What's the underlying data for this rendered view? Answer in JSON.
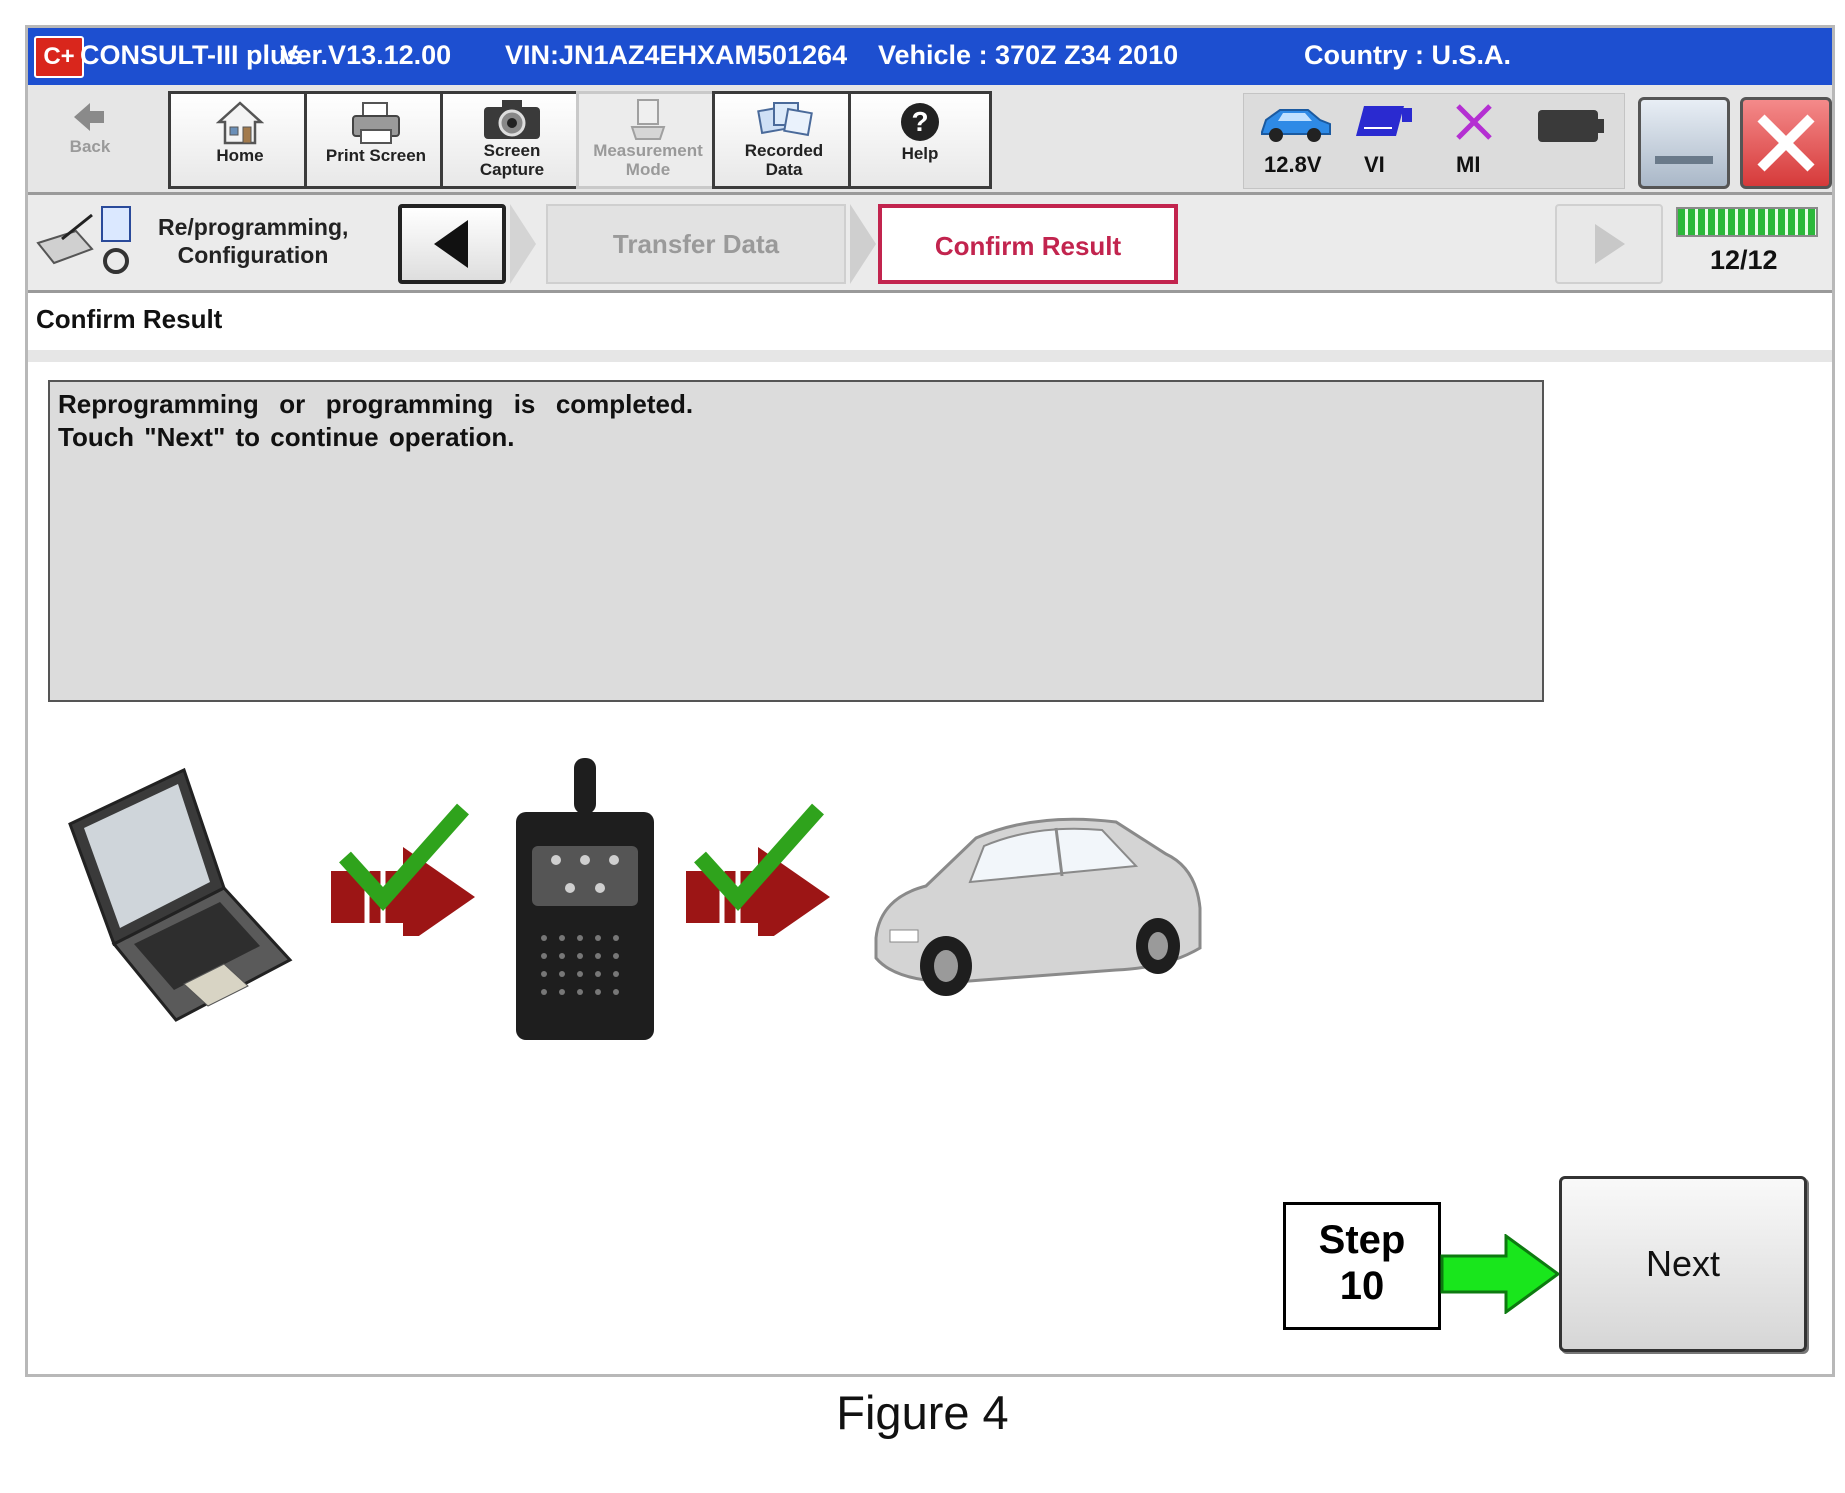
{
  "titlebar": {
    "app_logo": "C+",
    "app_name": "CONSULT-III plus",
    "version": "Ver.V13.12.00",
    "vin": "VIN:JN1AZ4EHXAM501264",
    "vehicle": "Vehicle : 370Z Z34 2010",
    "country": "Country : U.S.A."
  },
  "toolbar": {
    "back": "Back",
    "home": "Home",
    "print_screen": "Print Screen",
    "screen_capture": [
      "Screen",
      "Capture"
    ],
    "measurement_mode": [
      "Measurement",
      "Mode"
    ],
    "recorded_data": [
      "Recorded",
      "Data"
    ],
    "help": "Help",
    "status": {
      "voltage": "12.8V",
      "vi": "VI",
      "mi": "MI"
    }
  },
  "navbar": {
    "title": [
      "Re/programming,",
      "Configuration"
    ],
    "crumbs": [
      {
        "label": "Transfer Data",
        "state": "inactive"
      },
      {
        "label": "Confirm Result",
        "state": "active"
      }
    ],
    "progress": {
      "text": "12/12",
      "current": 12,
      "total": 12
    }
  },
  "content": {
    "section_title": "Confirm Result",
    "message_lines": [
      "Reprogramming  or  programming  is  completed.",
      "Touch \"Next\" to continue operation."
    ],
    "step_label": [
      "Step",
      "10"
    ],
    "next_button": "Next"
  },
  "caption": "Figure 4",
  "colors": {
    "titlebar": "#1d4fd0",
    "active_crumb": "#c2244e",
    "check_green": "#2fa31c",
    "arrow_red": "#9c1515",
    "step_arrow": "#19e61c",
    "close_red": "#e64a4a"
  },
  "icons": [
    "back-arrow-icon",
    "home-icon",
    "printer-icon",
    "camera-icon",
    "measurement-icon",
    "recorded-data-icon",
    "help-icon",
    "car-status-icon",
    "vi-icon",
    "mi-icon",
    "battery-icon",
    "minimize-icon",
    "close-icon",
    "reprogramming-icon",
    "prev-arrow-icon",
    "next-arrow-icon"
  ]
}
